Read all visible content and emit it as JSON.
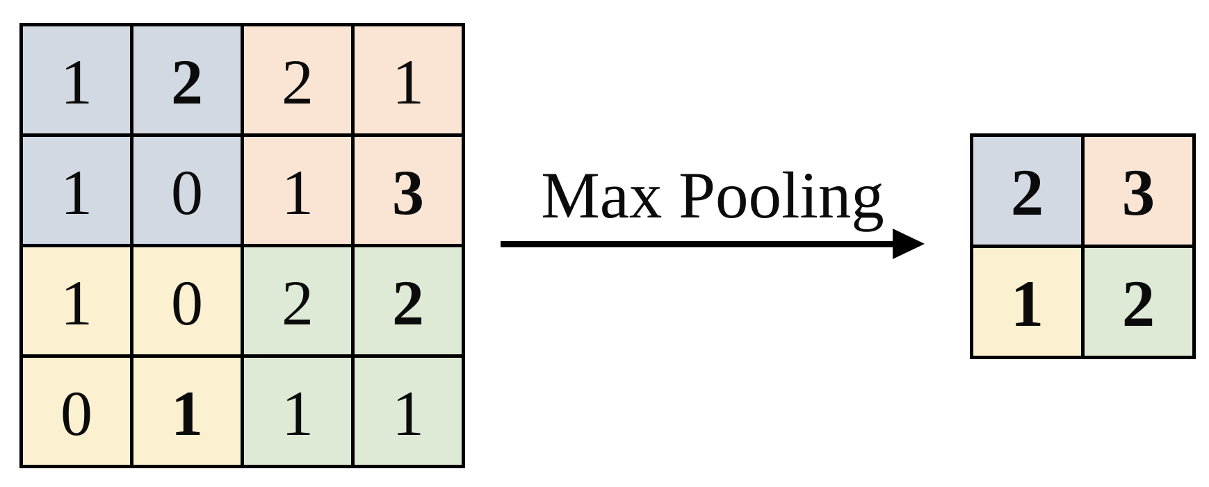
{
  "arrow": {
    "label": "Max Pooling"
  },
  "colors": {
    "blue": "#D3D9E3",
    "peach": "#FAE5D5",
    "yellow": "#FBF1D0",
    "green": "#DFEAD6",
    "line": "#000000"
  },
  "grids": {
    "input": {
      "rows": 4,
      "cols": 4,
      "cells": [
        {
          "value": "1",
          "region": "blue",
          "bold": false
        },
        {
          "value": "2",
          "region": "blue",
          "bold": true
        },
        {
          "value": "2",
          "region": "peach",
          "bold": false
        },
        {
          "value": "1",
          "region": "peach",
          "bold": false
        },
        {
          "value": "1",
          "region": "blue",
          "bold": false
        },
        {
          "value": "0",
          "region": "blue",
          "bold": false
        },
        {
          "value": "1",
          "region": "peach",
          "bold": false
        },
        {
          "value": "3",
          "region": "peach",
          "bold": true
        },
        {
          "value": "1",
          "region": "yellow",
          "bold": false
        },
        {
          "value": "0",
          "region": "yellow",
          "bold": false
        },
        {
          "value": "2",
          "region": "green",
          "bold": false
        },
        {
          "value": "2",
          "region": "green",
          "bold": true
        },
        {
          "value": "0",
          "region": "yellow",
          "bold": false
        },
        {
          "value": "1",
          "region": "yellow",
          "bold": true
        },
        {
          "value": "1",
          "region": "green",
          "bold": false
        },
        {
          "value": "1",
          "region": "green",
          "bold": false
        }
      ]
    },
    "output": {
      "rows": 2,
      "cols": 2,
      "cells": [
        {
          "value": "2",
          "region": "blue",
          "bold": true
        },
        {
          "value": "3",
          "region": "peach",
          "bold": true
        },
        {
          "value": "1",
          "region": "yellow",
          "bold": true
        },
        {
          "value": "2",
          "region": "green",
          "bold": true
        }
      ]
    }
  }
}
